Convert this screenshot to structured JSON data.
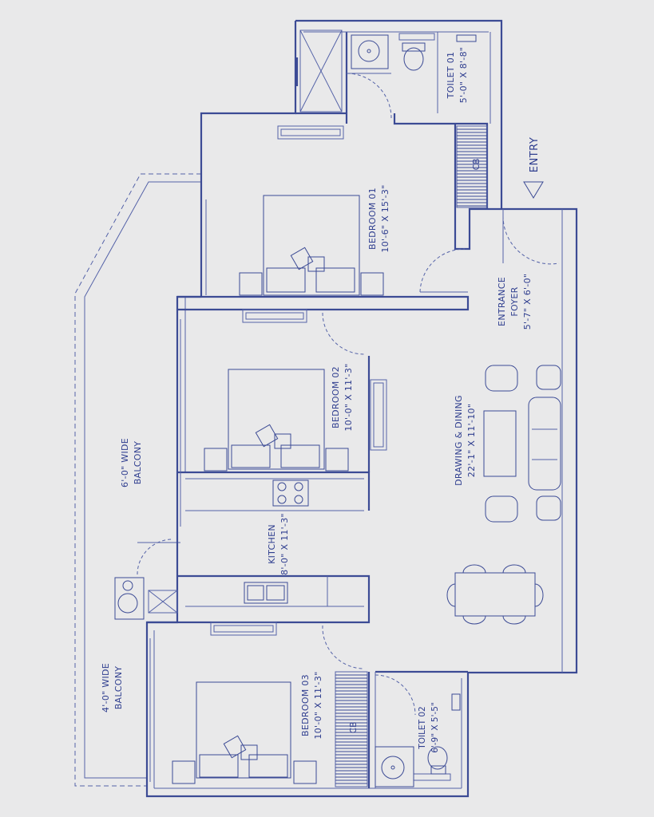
{
  "plan": {
    "colors": {
      "background": "#e9e9ea",
      "line": "#3c4b95",
      "text": "#2f3e8f"
    },
    "rooms": {
      "toilet01": {
        "name": "TOILET 01",
        "size": "5'-0\" X 8'-8\""
      },
      "bedroom01": {
        "name": "BEDROOM 01",
        "size": "10'-6\" X 15'-3\""
      },
      "entrance": {
        "name1": "ENTRANCE",
        "name2": "FOYER",
        "size": "5'-7\" X 6'-0\""
      },
      "bedroom02": {
        "name": "BEDROOM 02",
        "size": "10'-0\" X 11'-3\""
      },
      "drawing": {
        "name": "DRAWING & DINING",
        "size": "22'-1\" X 11'-10\""
      },
      "kitchen": {
        "name": "KITCHEN",
        "size": "8'-0\" X 11'-3\""
      },
      "bedroom03": {
        "name": "BEDROOM 03",
        "size": "10'-0\" X 11'-3\""
      },
      "toilet02": {
        "name": "TOILET 02",
        "size": "6'-9\" X 5'-5\""
      },
      "balcony6": {
        "name1": "6'-0\" WIDE",
        "name2": "BALCONY"
      },
      "balcony4": {
        "name1": "4'-0\" WIDE",
        "name2": "BALCONY"
      }
    },
    "cb_labels": [
      "CB",
      "CB"
    ],
    "entry": "ENTRY"
  }
}
